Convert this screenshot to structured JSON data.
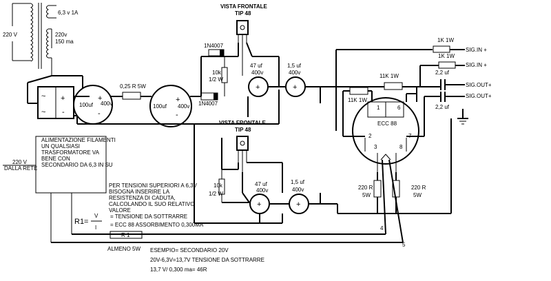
{
  "transformer": {
    "primary": "220 V",
    "sec_fil": "6,3 v 1A",
    "sec_hv": "220v",
    "sec_hv_current": "150 ma"
  },
  "rectifier": {
    "plus": "+",
    "minus": "-",
    "ac": "~"
  },
  "filter": {
    "cap1": "100uf",
    "cap1_v": "400v",
    "res": "0,25 R 5W",
    "cap2": "100uf",
    "cap2_v": "400v",
    "diode_low": "1N4007"
  },
  "upper_reg": {
    "title1": "VISTA FRONTALE",
    "title2": "TIP 48",
    "diode": "1N4007",
    "res": "10k",
    "res_w": "1/2 W",
    "cap": "47 uf",
    "cap_v": "400v",
    "cap2": "1,5 uf",
    "cap2_v": "400v"
  },
  "lower_reg": {
    "title1": "VISTA FRONTALE",
    "title2": "TIP 48",
    "res": "10k",
    "res_w": "1/2 W",
    "cap": "47 uf",
    "cap_v": "400v",
    "cap2": "1,5 uf",
    "cap2_v": "400v"
  },
  "tube": {
    "name": "ECC 88",
    "pins": [
      "1",
      "6",
      "2",
      "7",
      "3",
      "8"
    ],
    "r_a1": "11K 1W",
    "r_a2": "11K 1W",
    "r_in": "1K 1W",
    "r_in2": "1K 1W",
    "sig_in1": "SIG.IN +",
    "sig_in2": "SIG.IN +",
    "coupling1": "2,2 uf",
    "coupling2": "2,2 uf",
    "sig_out1": "SIG.OUT+",
    "sig_out2": "SIG.OUT+",
    "rk1": "220 R",
    "rk1_w": "5W",
    "rk2": "220 R",
    "rk2_w": "5W",
    "node4": "4",
    "node5": "5"
  },
  "filament_box": {
    "lines": [
      "ALIMENTAZIONE FILAMENTI",
      "UN QUALSIASI",
      "TRASFORMATORE VA",
      "BENE CON",
      "SECONDARIO DA 6,3 IN SU"
    ],
    "mains1": "220 V",
    "mains2": "DALLA RETE"
  },
  "notes": {
    "n1": "PER TENSIONI SUPERIORI A 6,3V",
    "n2": "BISOGNA INSERIRE LA",
    "n3": "RESISTENZA DI CADUTA,",
    "n4": "CALCOLANDO IL SUO RELATIVO",
    "n5": "VALORE",
    "r1_eq": "R1=",
    "v": "V",
    "i": "I",
    "eq_v": "= TENSIONE DA SOTTRARRE",
    "eq_i": "= ECC 88 ASSORBIMENTO 0,300MA",
    "r1_label": "R 1",
    "almeno": "ALMENO 5W",
    "ex1": "ESEMPIO= SECONDARIO 20V",
    "ex2": "20V-6,3V=13,7V TENSIONE DA SOTTRARRE",
    "ex3": "13,7 V/ 0,300 ma= 46R"
  }
}
